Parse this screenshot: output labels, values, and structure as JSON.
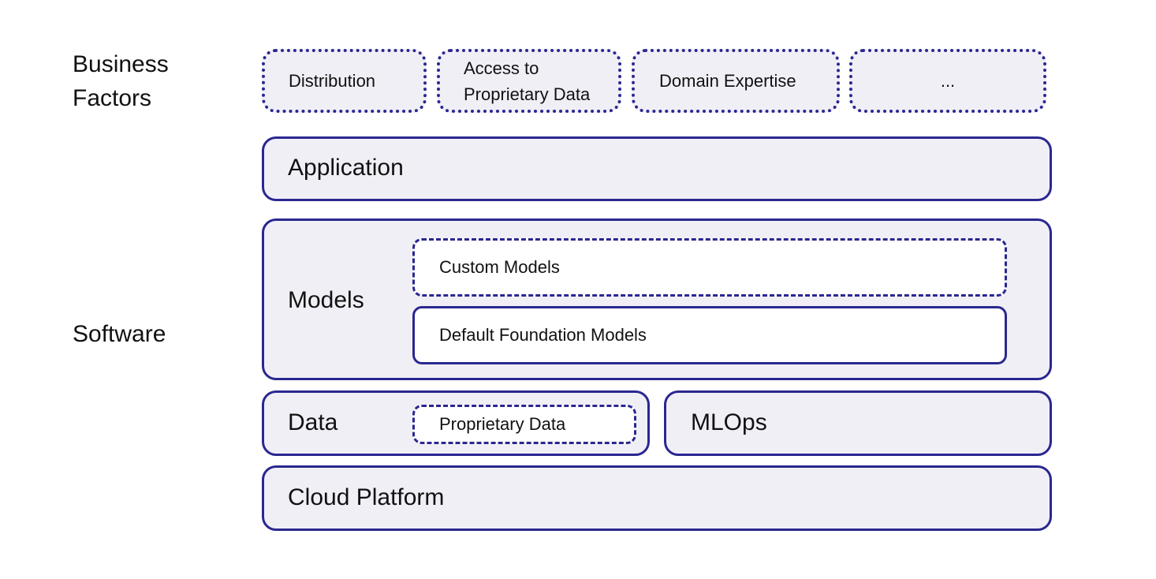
{
  "labels": {
    "business_factors": "Business\nFactors",
    "software": "Software"
  },
  "business_factors": [
    "Distribution",
    "Access to\nProprietary Data",
    "Domain Expertise",
    "..."
  ],
  "layers": {
    "application": "Application",
    "models": {
      "label": "Models",
      "custom": "Custom Models",
      "default": "Default Foundation Models"
    },
    "data": {
      "label": "Data",
      "proprietary": "Proprietary Data"
    },
    "mlops": "MLOps",
    "cloud": "Cloud Platform"
  },
  "colors": {
    "border": "#2a2790",
    "fill": "#f0eff6",
    "inner_fill": "#ffffff"
  }
}
